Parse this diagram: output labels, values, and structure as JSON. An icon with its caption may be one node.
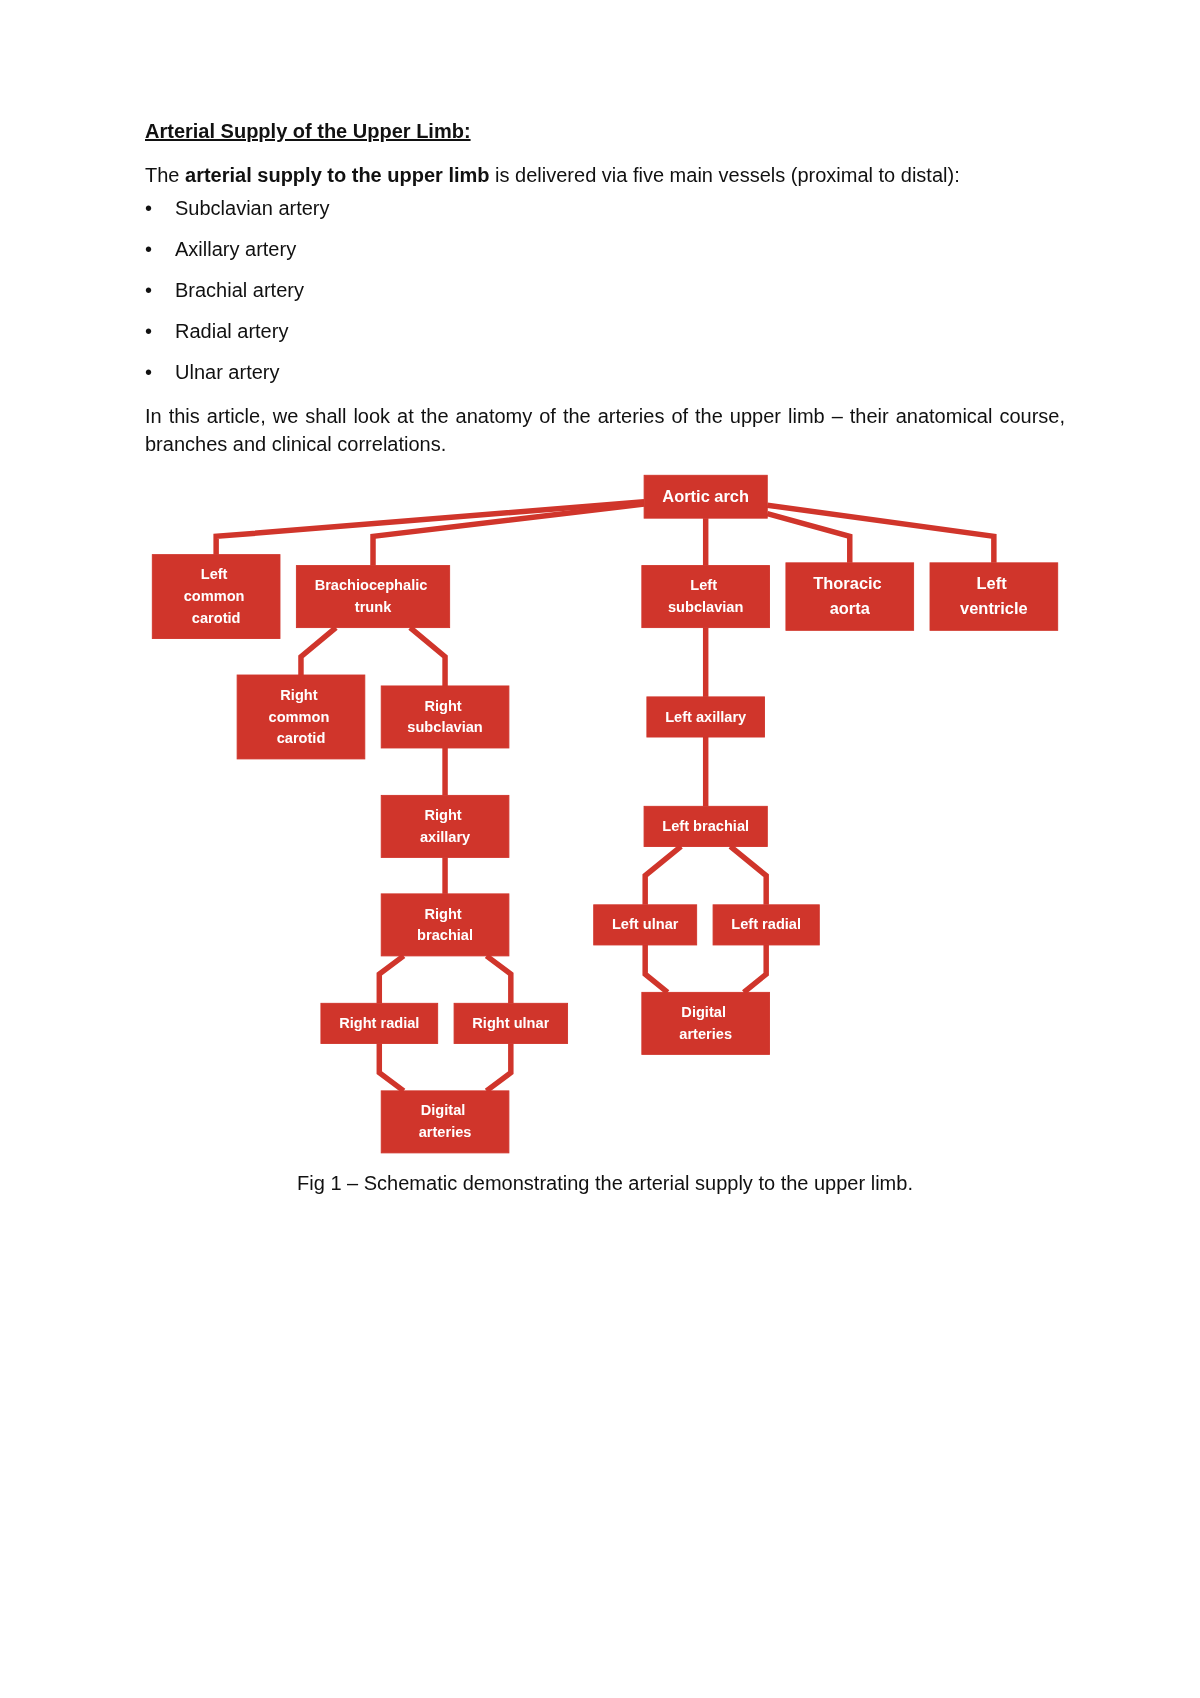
{
  "diagram": {
    "title": "Arterial Supply of the Upper Limb:",
    "caption": "Fig 1 – Schematic demonstrating the arterial supply to the upper limb.",
    "nodes": [
      {
        "text": [
          "Right common carotid"
        ]
      },
      {
        "text": [
          "Left common carotid"
        ]
      },
      {
        "text": [
          "Right subclavian"
        ]
      },
      {
        "text": [
          "Brachiocephalic trunk"
        ]
      },
      {
        "text": [
          "Left subclavian"
        ]
      },
      {
        "text": [
          "Right axillary"
        ]
      },
      {
        "text": [
          "Aortic arch"
        ]
      },
      {
        "text": [
          "Left axillary"
        ]
      },
      {
        "text": [
          "Right brachial"
        ]
      },
      {
        "text": [
          "Left brachial"
        ]
      },
      {
        "text": [
          "Thoracic aorta"
        ]
      },
      {
        "text": [
          "Left ventricle"
        ]
      },
      {
        "text": [
          "Right radial"
        ]
      },
      {
        "text": [
          "Right ulnar"
        ]
      },
      {
        "text": [
          "Left ulnar"
        ]
      },
      {
        "text": [
          "Left radial"
        ]
      },
      {
        "text": [
          "Digital arteries"
        ]
      },
      {
        "text": [
          "Digital arteries"
        ]
      }
    ],
    "edges": [
      {
        "from": 6,
        "to": 11,
        "arrow": "none"
      },
      {
        "from": 6,
        "to": 10,
        "arrow": "none"
      },
      {
        "from": 6,
        "to": 3,
        "arrow": "none"
      },
      {
        "from": 6,
        "to": 1,
        "arrow": "none"
      },
      {
        "from": 6,
        "to": 4,
        "arrow": "none"
      },
      {
        "from": 3,
        "to": 0,
        "arrow": "none"
      },
      {
        "from": 3,
        "to": 2,
        "arrow": "none"
      },
      {
        "from": 2,
        "to": 5,
        "arrow": "none"
      },
      {
        "from": 5,
        "to": 8,
        "arrow": "none"
      },
      {
        "from": 8,
        "to": 12,
        "arrow": "none"
      },
      {
        "from": 8,
        "to": 13,
        "arrow": "none"
      },
      {
        "from": 12,
        "to": 16,
        "arrow": "none"
      },
      {
        "from": 13,
        "to": 16,
        "arrow": "none"
      },
      {
        "from": 4,
        "to": 7,
        "arrow": "none"
      },
      {
        "from": 7,
        "to": 9,
        "arrow": "none"
      },
      {
        "from": 9,
        "to": 14,
        "arrow": "none"
      },
      {
        "from": 9,
        "to": 15,
        "arrow": "none"
      },
      {
        "from": 14,
        "to": 17,
        "arrow": "none"
      },
      {
        "from": 15,
        "to": 17,
        "arrow": "none"
      }
    ],
    "labels": [
      "The **arterial supply to the upper limb** is delivered via five main vessels (proximal to distal):",
      "•",
      "Subclavian artery",
      "•",
      "Axillary artery",
      "•",
      "Brachial artery",
      "•",
      "Radial artery",
      "•",
      "Ulnar artery",
      "In this article, we shall look at the anatomy of the arteries of the upper limb – their anatomical course, branches and clinical correlations."
    ]
  }
}
